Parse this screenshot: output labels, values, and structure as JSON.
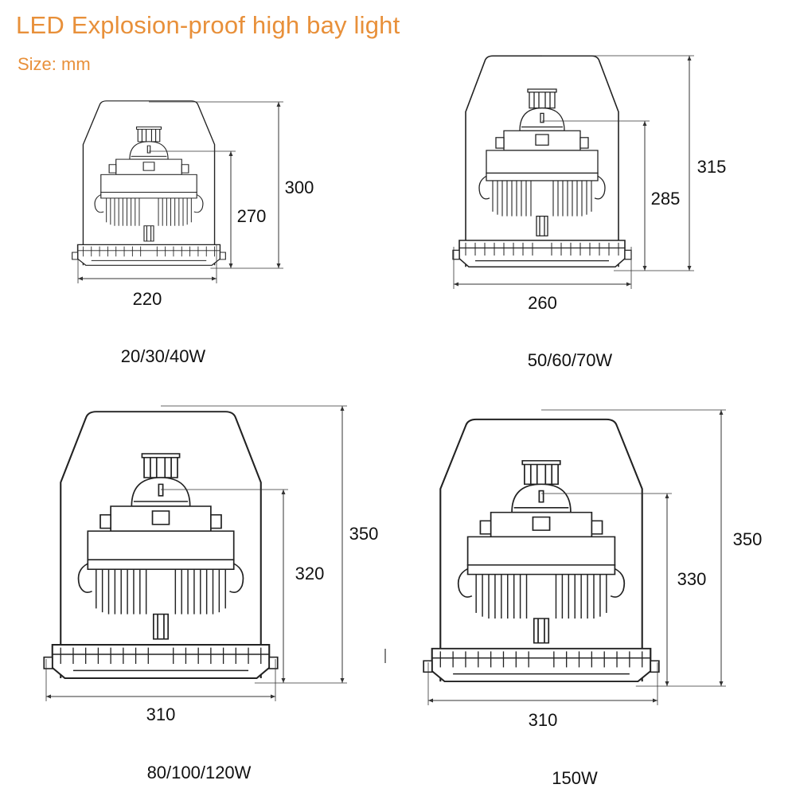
{
  "header": {
    "title": "LED Explosion-proof high bay light",
    "subtitle": "Size: mm",
    "accent_color": "#e8903a"
  },
  "products": [
    {
      "model": "20/30/40W",
      "width": "220",
      "height_total": "300",
      "height_body": "270"
    },
    {
      "model": "50/60/70W",
      "width": "260",
      "height_total": "315",
      "height_body": "285"
    },
    {
      "model": "80/100/120W",
      "width": "310",
      "height_total": "350",
      "height_body": "320"
    },
    {
      "model": "150W",
      "width": "310",
      "height_total": "350",
      "height_body": "330"
    }
  ]
}
